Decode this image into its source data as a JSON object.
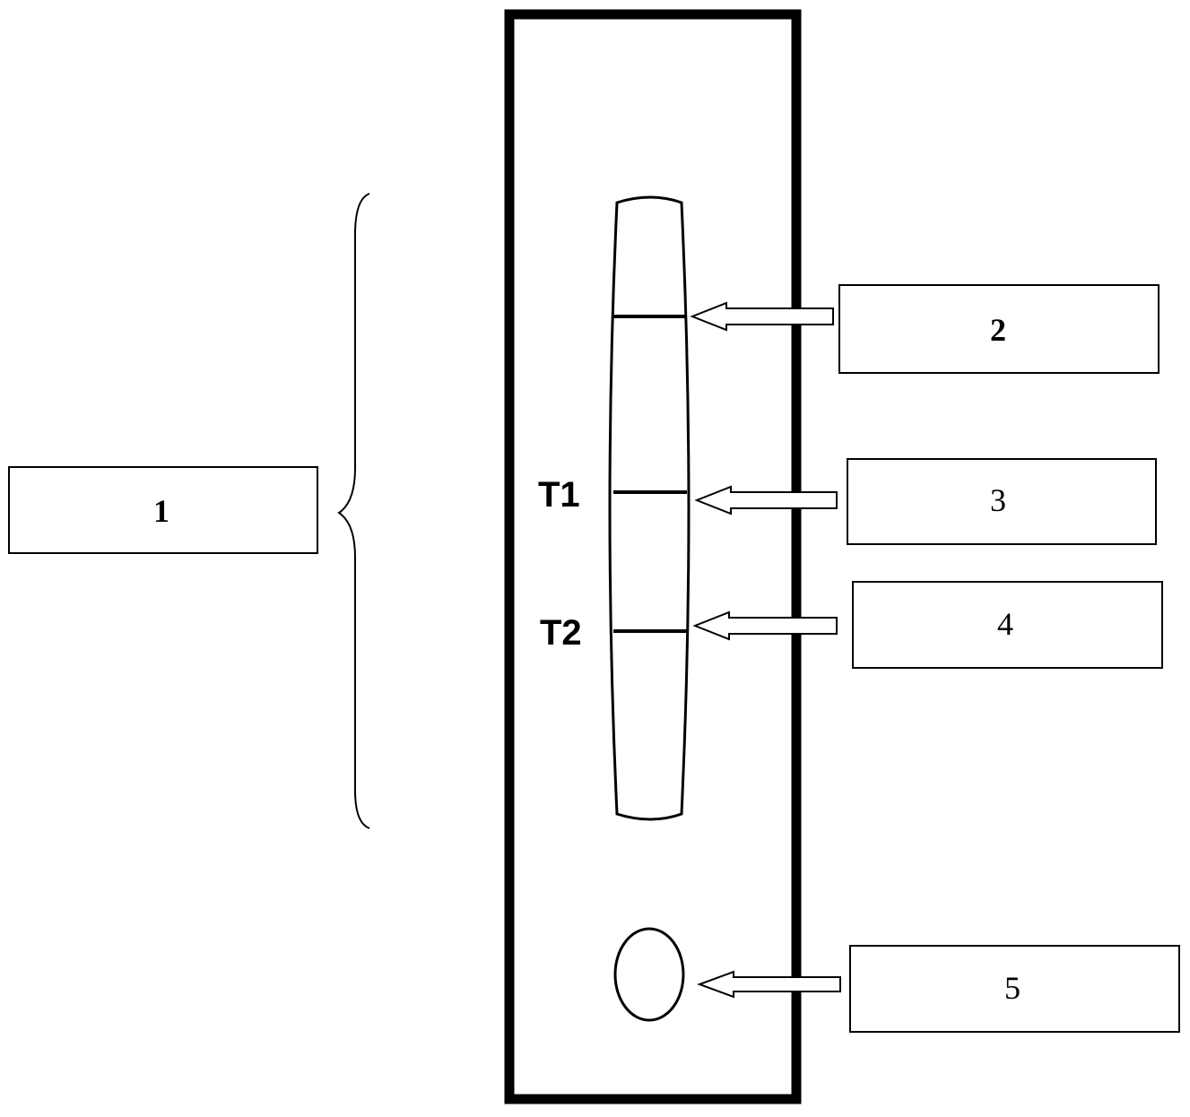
{
  "labels": {
    "box_1": "1",
    "box_2": "2",
    "box_3": "3",
    "box_4": "4",
    "box_5": "5",
    "line_t1": "T1",
    "line_t2": "T2"
  },
  "colors": {
    "stroke": "#000000",
    "background": "#ffffff"
  }
}
